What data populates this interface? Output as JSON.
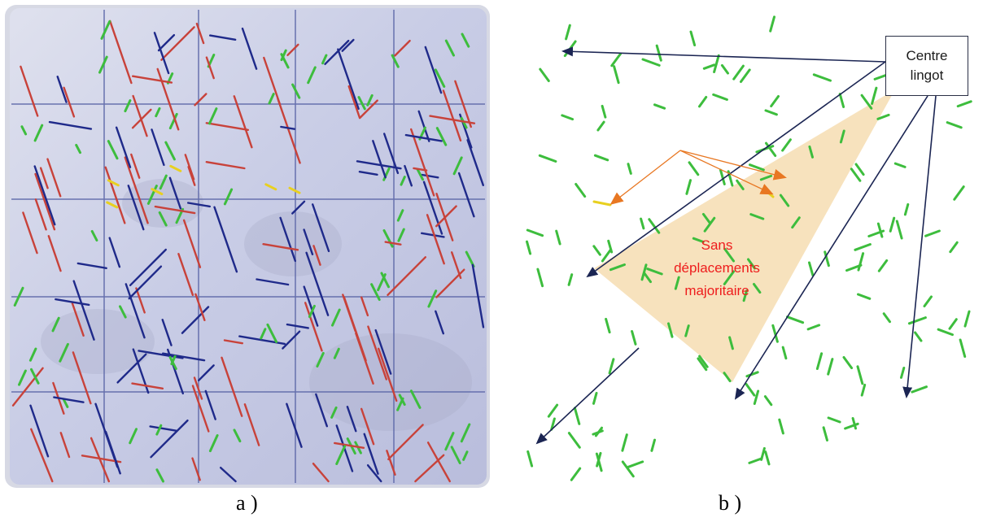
{
  "panel_a": {
    "caption": "a )"
  },
  "panel_b": {
    "caption": "b )",
    "centre_box": {
      "line1": "Centre",
      "line2": "lingot"
    },
    "zone_label": {
      "line1": "Sans",
      "line2": "déplacements",
      "line3": "majoritaire"
    }
  },
  "colors": {
    "green_traces": "#3dbd3d",
    "blue_traces": "#1f2a8a",
    "red_traces": "#c8423a",
    "yellow_traces": "#e8d020",
    "zone_fill": "#f7e2bd",
    "arrow_navy": "#1b2553",
    "arrow_orange": "#e87722",
    "zone_text": "#ee1c1c"
  }
}
